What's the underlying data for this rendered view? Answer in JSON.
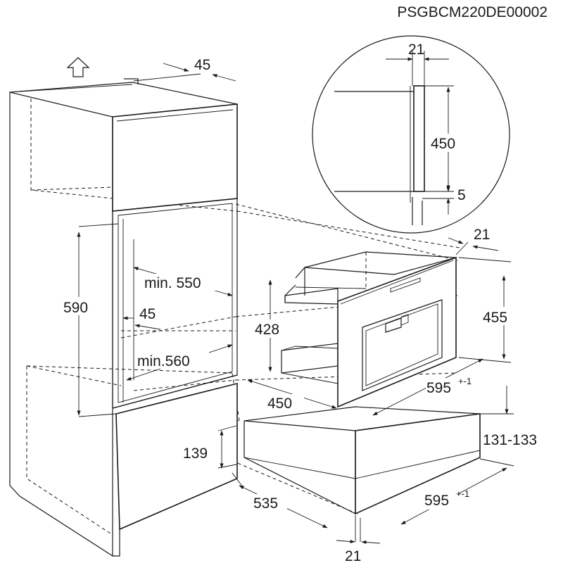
{
  "product_code": "PSGBCM220DE00002",
  "dimensions": {
    "top_depth": "45",
    "niche_height": "590",
    "min_depth": "min. 550",
    "side_gap": "45",
    "min_width": "min.560",
    "lower_height": "139",
    "cabinet_depth": "535",
    "detail_width": "21",
    "detail_height": "450",
    "detail_gap": "5",
    "machine_front": "21",
    "machine_height_total": "455",
    "machine_height": "428",
    "machine_depth": "450",
    "machine_width": "595",
    "machine_width_tolerance": "+-1",
    "drawer_height": "131-133",
    "drawer_width": "595",
    "drawer_width_tolerance": "+-1",
    "drawer_front": "21"
  },
  "icons": {
    "up_arrow": "up-arrow-icon"
  }
}
